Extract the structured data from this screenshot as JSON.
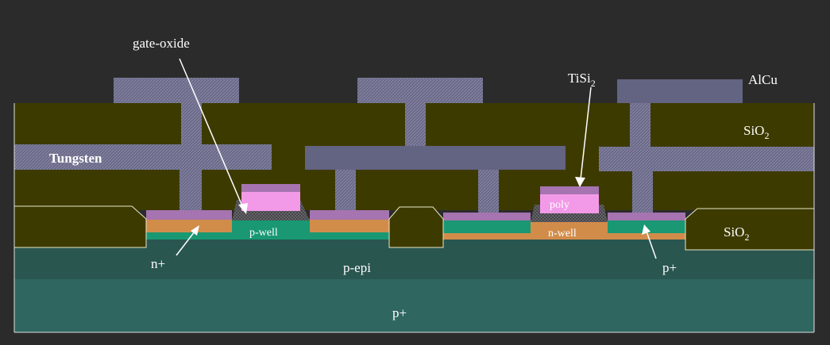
{
  "labels": {
    "gate_oxide": "gate-oxide",
    "tisi2_main": "TiSi",
    "tisi2_sub": "2",
    "alcu": "AlCu",
    "sio2_top_main": "SiO",
    "sio2_top_sub": "2",
    "tungsten": "Tungsten",
    "poly": "poly",
    "p_well": "p-well",
    "n_well": "n-well",
    "sio2_right_main": "SiO",
    "sio2_right_sub": "2",
    "n_plus": "n+",
    "p_epi": "p-epi",
    "p_plus_right": "p+",
    "p_plus_substrate": "p+"
  },
  "colors": {
    "background": "#2b2b2b",
    "oxide": "#3d3a00",
    "metal": "#636382",
    "tungsten": "#6c6c8a",
    "substrate": "#2f6660",
    "epi": "#2a5650",
    "well": "#199873",
    "diffusion": "#d28c4a",
    "silicide": "#a674b0",
    "poly": "#f29ae8",
    "gate_oxide": "#55555a",
    "text": "#ffffff"
  }
}
